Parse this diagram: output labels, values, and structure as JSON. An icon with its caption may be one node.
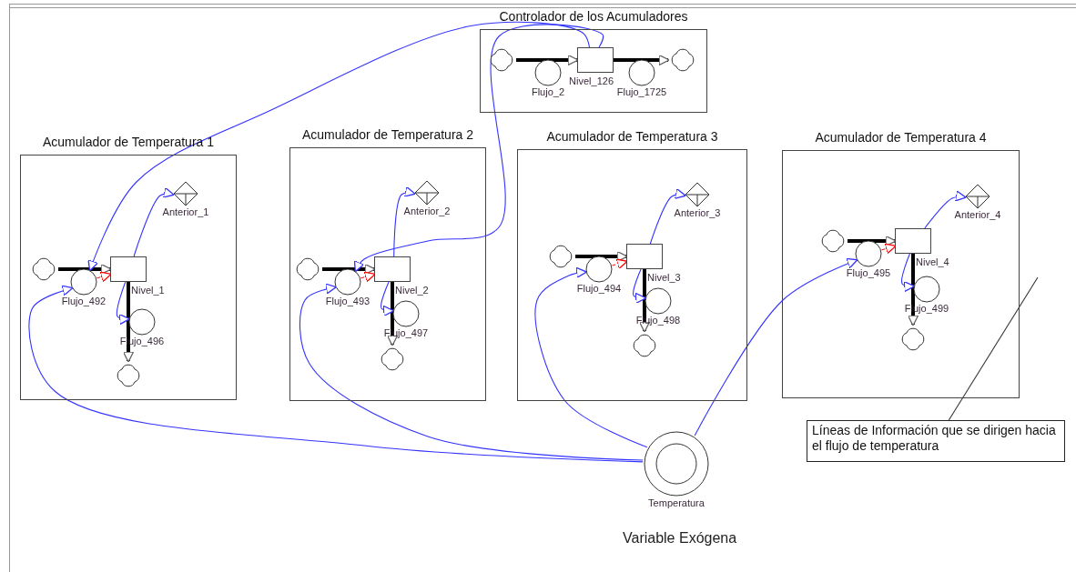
{
  "diagram": {
    "nodes": [
      {
        "text": [
          "Controlador de los Acumuladores"
        ]
      },
      {
        "text": [],
        "shape": "cloud",
        "in": 0
      },
      {
        "text": [
          "Flujo_2"
        ],
        "in": 0
      },
      {
        "text": [
          "Nivel_126"
        ],
        "in": 0
      },
      {
        "text": [
          "Flujo_1725"
        ],
        "in": 0
      },
      {
        "text": [],
        "shape": "cloud",
        "in": 0
      },
      {
        "text": [
          "Acumulador de Temperatura 1"
        ]
      },
      {
        "text": [],
        "shape": "cloud",
        "in": 6
      },
      {
        "text": [
          "Flujo_492"
        ],
        "in": 6
      },
      {
        "text": [
          "Nivel_1"
        ],
        "in": 6
      },
      {
        "text": [
          "Anterior_1"
        ],
        "in": 6
      },
      {
        "text": [
          "Flujo_496"
        ],
        "in": 6
      },
      {
        "text": [],
        "shape": "cloud",
        "in": 6
      },
      {
        "text": [
          "Acumulador de Temperatura 2"
        ]
      },
      {
        "text": [],
        "shape": "cloud",
        "in": 13
      },
      {
        "text": [
          "Flujo_493"
        ],
        "in": 13
      },
      {
        "text": [
          "Nivel_2"
        ],
        "in": 13
      },
      {
        "text": [
          "Anterior_2"
        ],
        "in": 13
      },
      {
        "text": [
          "Flujo_497"
        ],
        "in": 13
      },
      {
        "text": [],
        "shape": "cloud",
        "in": 13
      },
      {
        "text": [
          "Acumulador de Temperatura  3"
        ]
      },
      {
        "text": [],
        "shape": "cloud",
        "in": 20
      },
      {
        "text": [
          "Flujo_494"
        ],
        "in": 20
      },
      {
        "text": [
          "Nivel_3"
        ],
        "in": 20
      },
      {
        "text": [
          "Anterior_3"
        ],
        "in": 20
      },
      {
        "text": [
          "Flujo_498"
        ],
        "in": 20
      },
      {
        "text": [],
        "shape": "cloud",
        "in": 20
      },
      {
        "text": [
          "Acumulador de Temperatura 4"
        ]
      },
      {
        "text": [],
        "shape": "cloud",
        "in": 27
      },
      {
        "text": [
          "Flujo_495"
        ],
        "in": 27
      },
      {
        "text": [
          "Nivel_4"
        ],
        "in": 27
      },
      {
        "text": [
          "Anterior_4"
        ],
        "in": 27
      },
      {
        "text": [
          "Flujo_499"
        ],
        "in": 27
      },
      {
        "text": [],
        "shape": "cloud",
        "in": 27
      },
      {
        "text": [
          "Temperatura"
        ]
      },
      {
        "text": [
          "Líneas de Información que se dirigen hacia el flujo de temperatura"
        ]
      }
    ],
    "edges": [
      {
        "from": 1,
        "to": 3,
        "arrow": "to",
        "style": "thick",
        "color": "#000000"
      },
      {
        "from": 3,
        "to": 5,
        "arrow": "to",
        "style": "thick",
        "color": "#000000"
      },
      {
        "from": 7,
        "to": 9,
        "arrow": "to",
        "style": "thick",
        "color": "#000000"
      },
      {
        "from": 9,
        "to": 12,
        "arrow": "to",
        "style": "thick",
        "color": "#000000"
      },
      {
        "from": 9,
        "to": 10,
        "arrow": "to"
      },
      {
        "from": 9,
        "to": 11,
        "arrow": "to"
      },
      {
        "from": 34,
        "to": 8,
        "arrow": "to"
      },
      {
        "from": 8,
        "to": 9,
        "arrow": "to",
        "style": "dashed",
        "color": "#ff0000"
      },
      {
        "from": 14,
        "to": 16,
        "arrow": "to",
        "style": "thick",
        "color": "#000000"
      },
      {
        "from": 16,
        "to": 19,
        "arrow": "to",
        "style": "thick",
        "color": "#000000"
      },
      {
        "from": 16,
        "to": 17,
        "arrow": "to"
      },
      {
        "from": 16,
        "to": 18,
        "arrow": "to"
      },
      {
        "from": 34,
        "to": 15,
        "arrow": "to"
      },
      {
        "from": 15,
        "to": 16,
        "arrow": "to",
        "style": "dashed",
        "color": "#ff0000"
      },
      {
        "from": 21,
        "to": 23,
        "arrow": "to",
        "style": "thick",
        "color": "#000000"
      },
      {
        "from": 23,
        "to": 26,
        "arrow": "to",
        "style": "thick",
        "color": "#000000"
      },
      {
        "from": 23,
        "to": 24,
        "arrow": "to"
      },
      {
        "from": 23,
        "to": 25,
        "arrow": "to"
      },
      {
        "from": 34,
        "to": 22,
        "arrow": "to"
      },
      {
        "from": 22,
        "to": 23,
        "arrow": "to",
        "style": "dashed",
        "color": "#ff0000"
      },
      {
        "from": 28,
        "to": 30,
        "arrow": "to",
        "style": "thick",
        "color": "#000000"
      },
      {
        "from": 30,
        "to": 33,
        "arrow": "to",
        "style": "thick",
        "color": "#000000"
      },
      {
        "from": 30,
        "to": 31,
        "arrow": "to"
      },
      {
        "from": 30,
        "to": 32,
        "arrow": "to"
      },
      {
        "from": 34,
        "to": 29,
        "arrow": "to"
      },
      {
        "from": 29,
        "to": 30,
        "arrow": "to",
        "style": "dashed",
        "color": "#ff0000"
      },
      {
        "from": 3,
        "to": 8,
        "arrow": "to"
      },
      {
        "from": 3,
        "to": 15,
        "arrow": "to"
      },
      {
        "from": 35,
        "to": null,
        "arrow": "none",
        "color": "#333333"
      }
    ],
    "labels": [
      "Variable Exógena"
    ]
  }
}
